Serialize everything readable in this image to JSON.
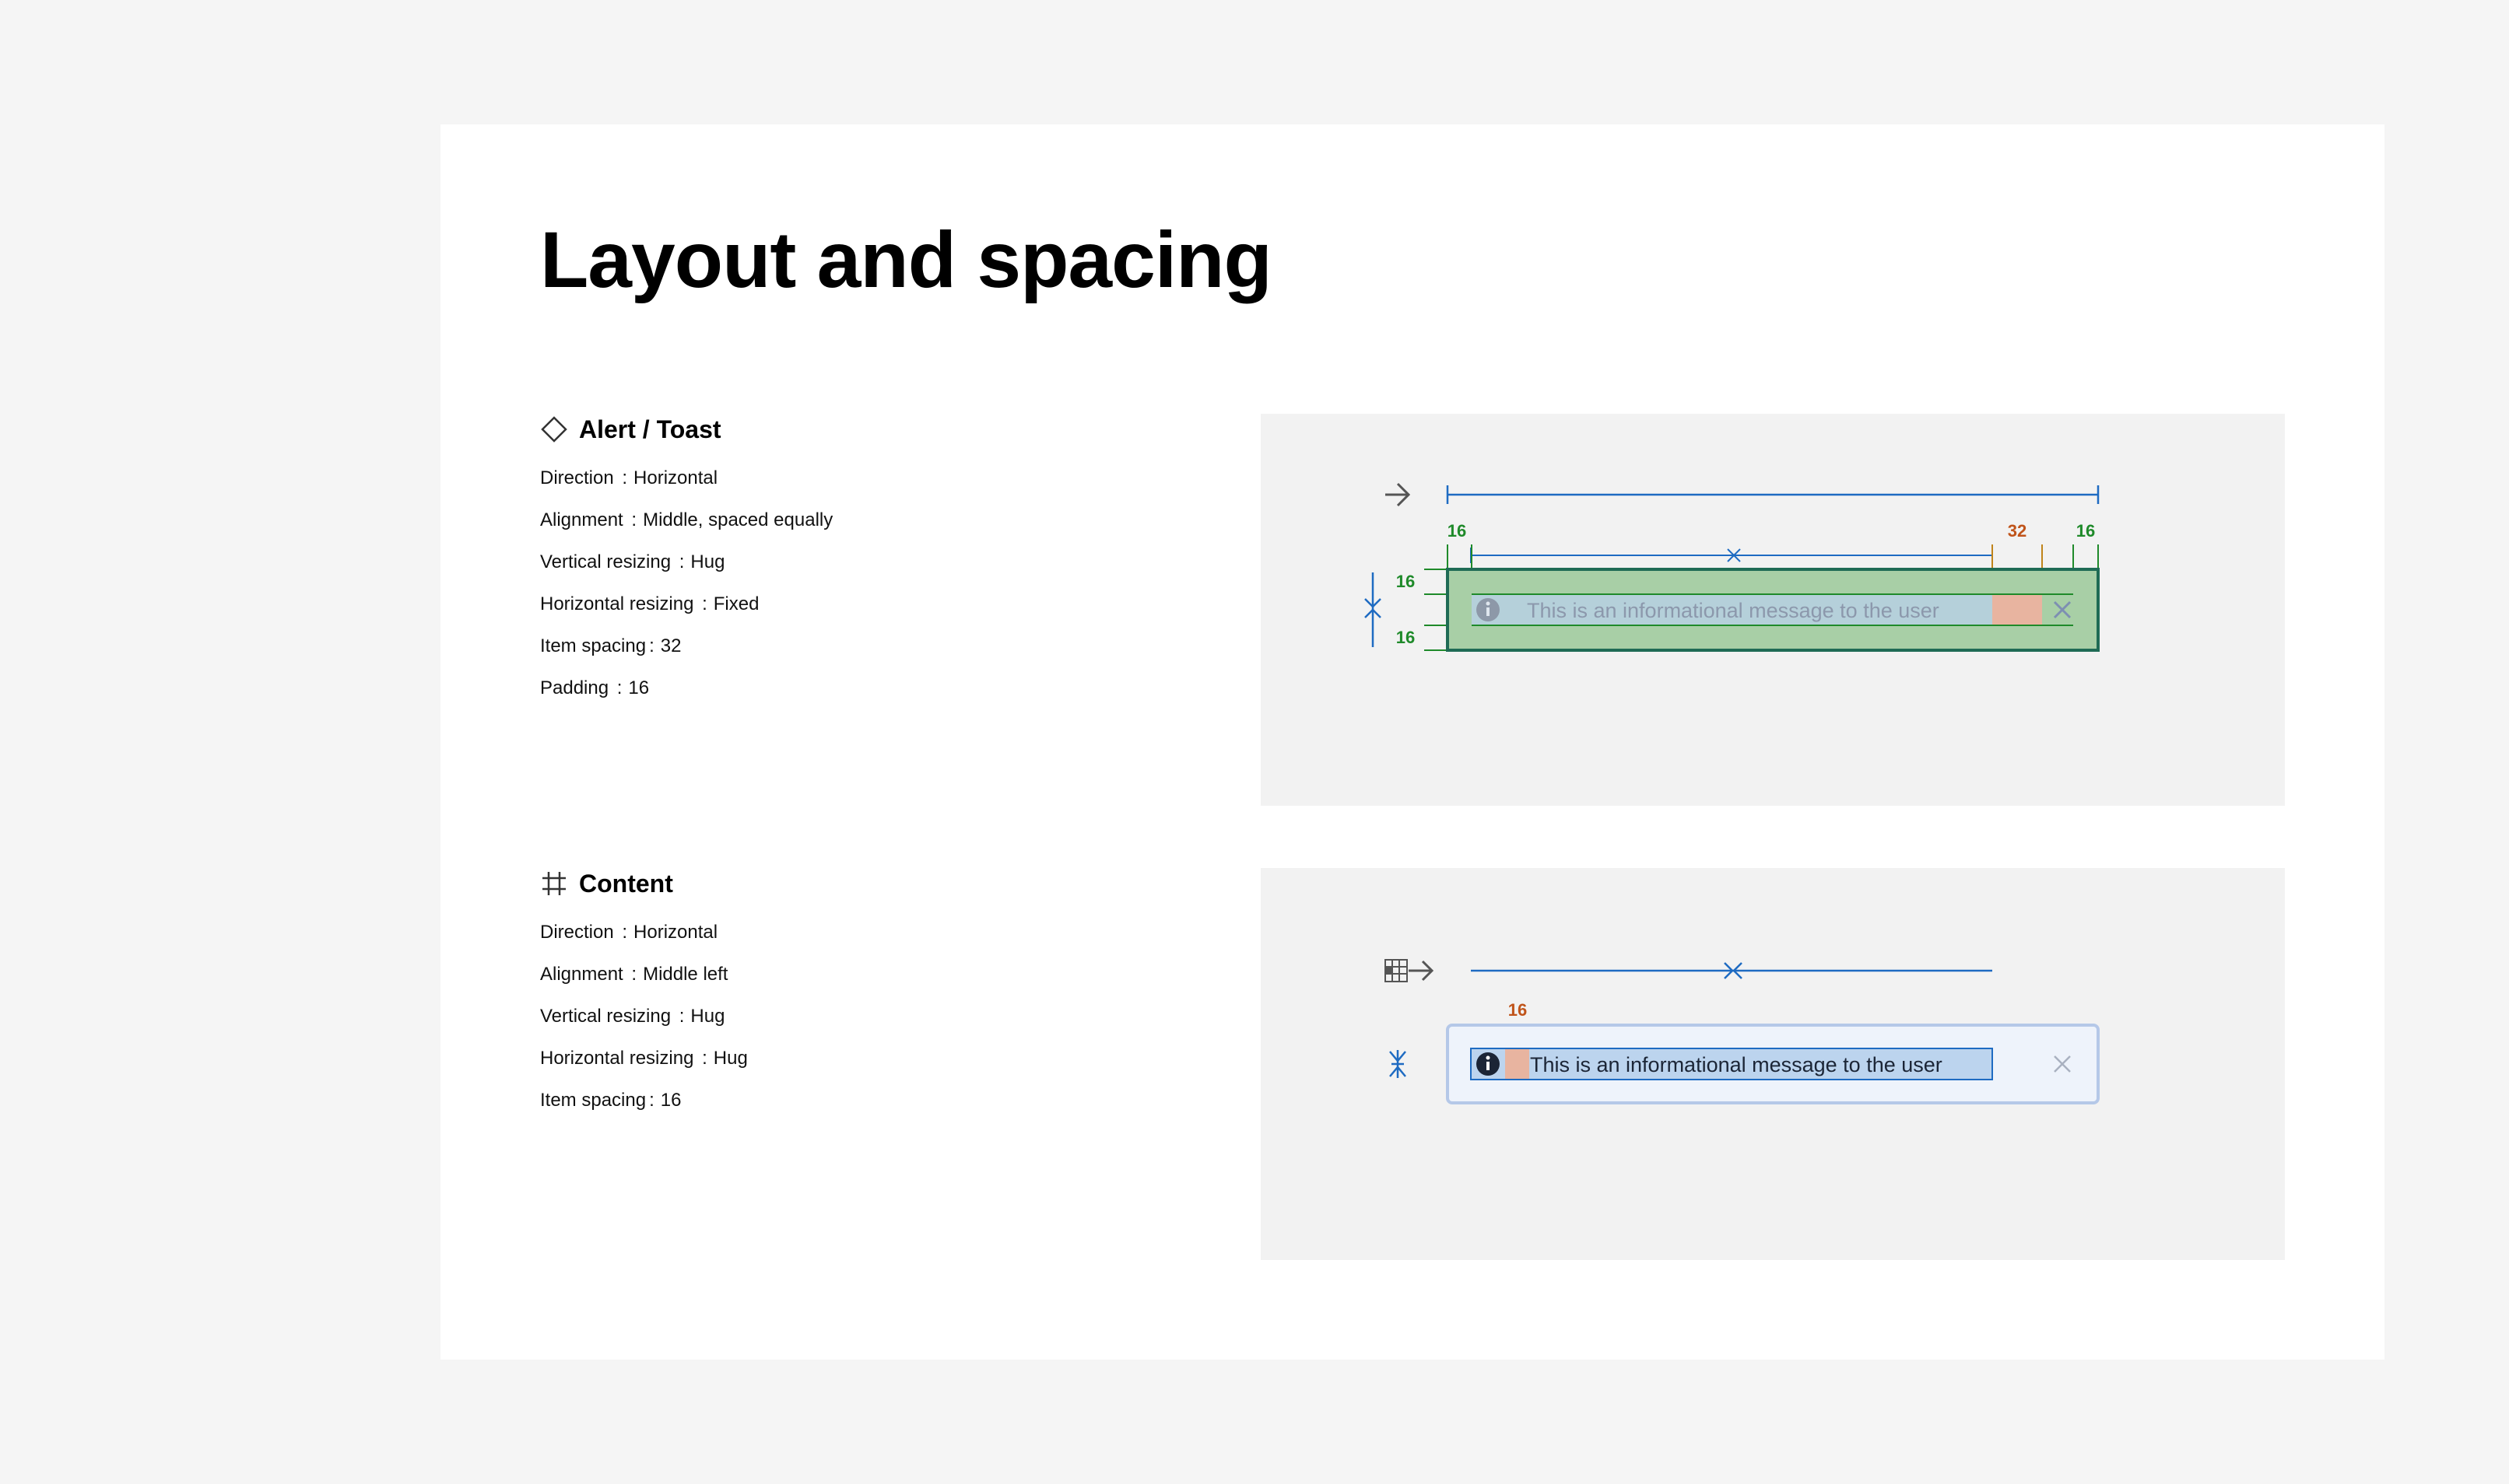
{
  "page": {
    "title": "Layout and spacing"
  },
  "alert_spec": {
    "name": "Alert / Toast",
    "icon": "component-diamond-icon",
    "properties": [
      {
        "label": "Direction",
        "sep": ":",
        "value": "Horizontal"
      },
      {
        "label": "Alignment",
        "sep": ":",
        "value": "Middle, spaced equally"
      },
      {
        "label": "Vertical resizing",
        "sep": ":",
        "value": "Hug"
      },
      {
        "label": "Horizontal resizing",
        "sep": ":",
        "value": "Fixed"
      },
      {
        "label": "Item spacing",
        "sep": ":",
        "value": "32"
      },
      {
        "label": "Padding",
        "sep": ":",
        "value": "16"
      }
    ],
    "diagram": {
      "message": "This is an informational message to the user",
      "padding_left": "16",
      "padding_right": "16",
      "padding_top": "16",
      "padding_bottom": "16",
      "item_spacing": "32"
    }
  },
  "content_spec": {
    "name": "Content",
    "icon": "frame-hash-icon",
    "properties": [
      {
        "label": "Direction",
        "sep": ":",
        "value": "Horizontal"
      },
      {
        "label": "Alignment",
        "sep": ":",
        "value": "Middle left"
      },
      {
        "label": "Vertical resizing",
        "sep": ":",
        "value": "Hug"
      },
      {
        "label": "Horizontal resizing",
        "sep": ":",
        "value": "Hug"
      },
      {
        "label": "Item spacing",
        "sep": ":",
        "value": "16"
      }
    ],
    "diagram": {
      "message": "This is an informational message to the user",
      "item_spacing": "16"
    }
  },
  "colors": {
    "padding_green": "#1f8a2a",
    "spacing_orange": "#c0541a",
    "layout_blue": "#1e6bc2",
    "panel_bg": "#f2f2f2"
  }
}
